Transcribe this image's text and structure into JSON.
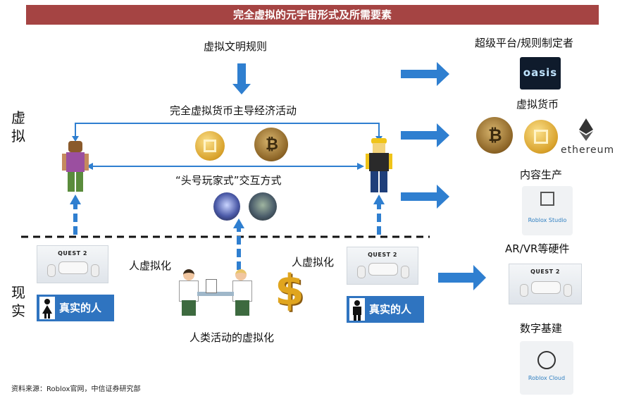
{
  "title": "完全虚拟的元宇宙形式及所需要素",
  "top": {
    "rules": "虚拟文明规则",
    "economy": "完全虚拟货币主导经济活动",
    "interaction": "“头号玩家式”交互方式"
  },
  "side": {
    "virtual": "虚拟",
    "real": "现实"
  },
  "real": {
    "humanize_left": "人虚拟化",
    "humanize_right": "人虚拟化",
    "human_activity": "人类活动的虚拟化",
    "person_left": "真实的人",
    "person_right": "真实的人",
    "quest_label": "QUEST 2"
  },
  "right": {
    "platform": "超级平台/规则制定者",
    "platform_logo": "oasis",
    "currency": "虚拟货币",
    "ethereum": "ethereum",
    "content": "内容生产",
    "roblox_studio": "Roblox Studio",
    "hardware": "AR/VR等硬件",
    "infrastructure": "数字基建",
    "roblox_cloud": "Roblox Cloud"
  },
  "source": "资料来源：Roblox官网，中信证券研究部",
  "colors": {
    "title_bg": "#a54443",
    "arrow": "#2f7fd0",
    "badge": "#2f74c0"
  }
}
